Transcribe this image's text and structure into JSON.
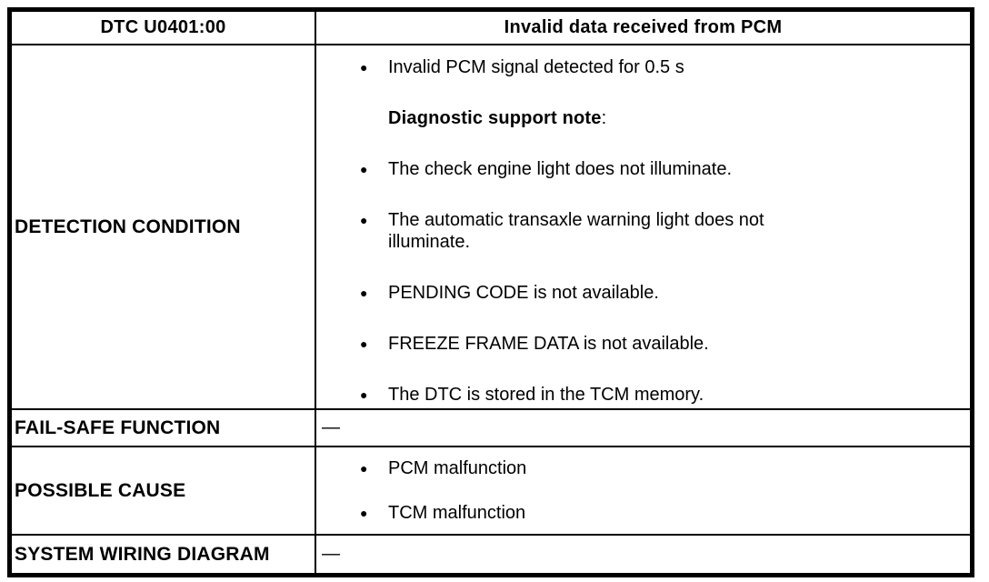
{
  "glyphs": {
    "bullet": "●"
  },
  "table": {
    "header": {
      "code": "DTC U0401:00",
      "description": "Invalid data received from PCM"
    },
    "detection": {
      "label": "DETECTION CONDITION",
      "items": [
        "Invalid PCM signal detected for 0.5 s",
        "The check engine light does not illuminate.",
        "The automatic transaxle warning light does not illuminate.",
        "PENDING CODE is not available.",
        "FREEZE FRAME DATA is not available.",
        "The DTC is stored in the TCM memory."
      ],
      "note": "Diagnostic support note",
      "note_colon": ":"
    },
    "fail_safe": {
      "label": "FAIL-SAFE FUNCTION",
      "value": "—"
    },
    "possible_cause": {
      "label": "POSSIBLE CAUSE",
      "items": [
        "PCM malfunction",
        "TCM malfunction"
      ]
    },
    "wiring": {
      "label": "SYSTEM WIRING DIAGRAM",
      "value": "—"
    }
  }
}
